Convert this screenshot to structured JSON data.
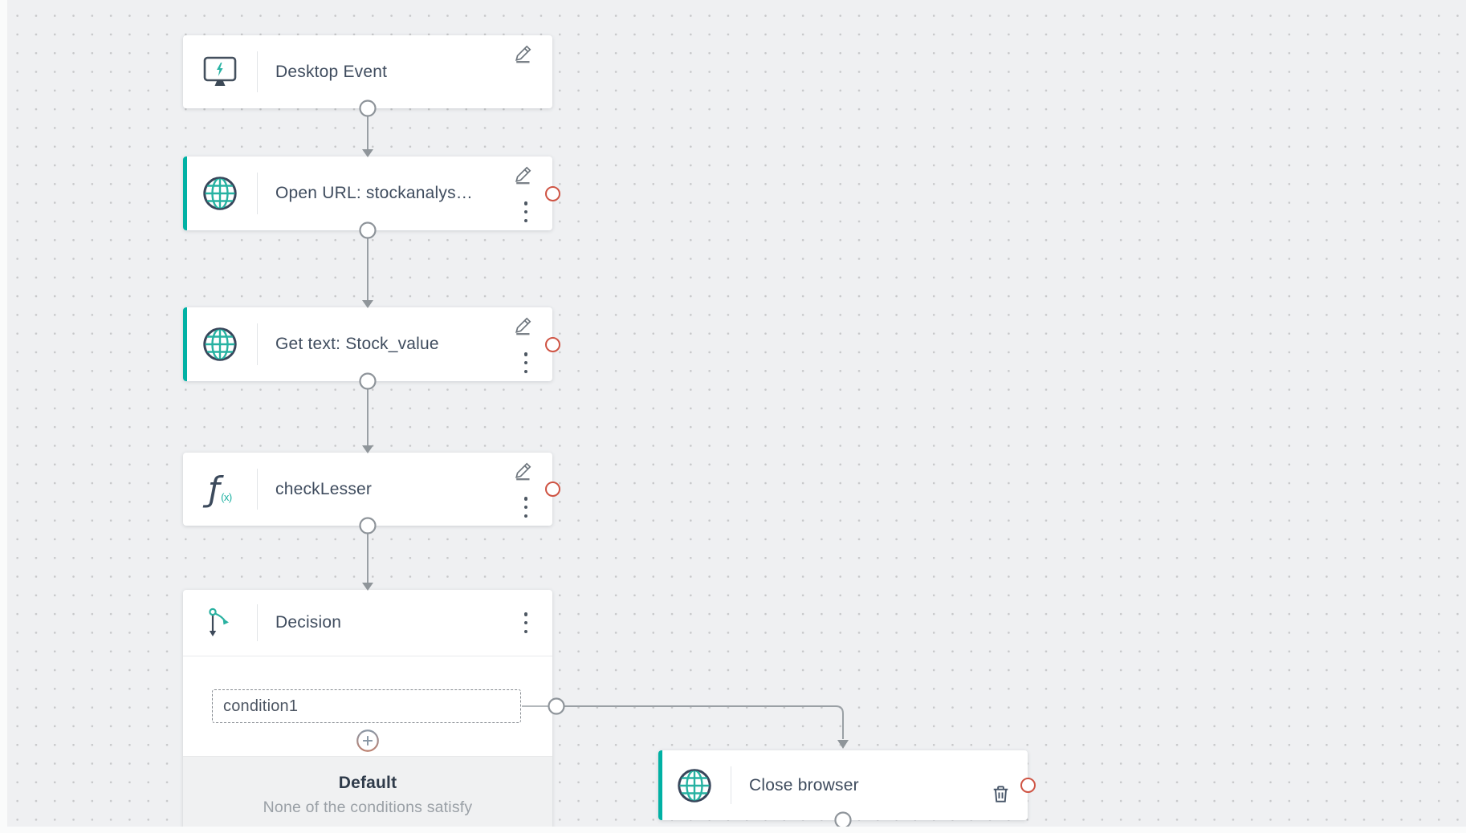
{
  "app": {
    "view": "flowchart-canvas"
  },
  "colors": {
    "accent_teal": "#00b1a4",
    "icon_navy": "#3d4a5c",
    "icon_teal": "#29b3a4",
    "error_red": "#cf5444",
    "connector_gray": "#979da3",
    "canvas_bg": "#eff0f2"
  },
  "icons": {
    "function_glyph": "ƒ",
    "function_sub": "(x)"
  },
  "workflow": {
    "nodes": {
      "desktop_event": {
        "label": "Desktop Event"
      },
      "open_url": {
        "label": "Open URL: stockanalys…"
      },
      "get_text": {
        "label": "Get text: Stock_value"
      },
      "check_lesser": {
        "label": "checkLesser"
      },
      "decision": {
        "label": "Decision",
        "conditions": [
          {
            "label": "condition1"
          }
        ],
        "default_branch": {
          "title": "Default",
          "subtitle": "None of the conditions satisfy"
        }
      },
      "close_browser": {
        "label": "Close browser"
      }
    }
  }
}
